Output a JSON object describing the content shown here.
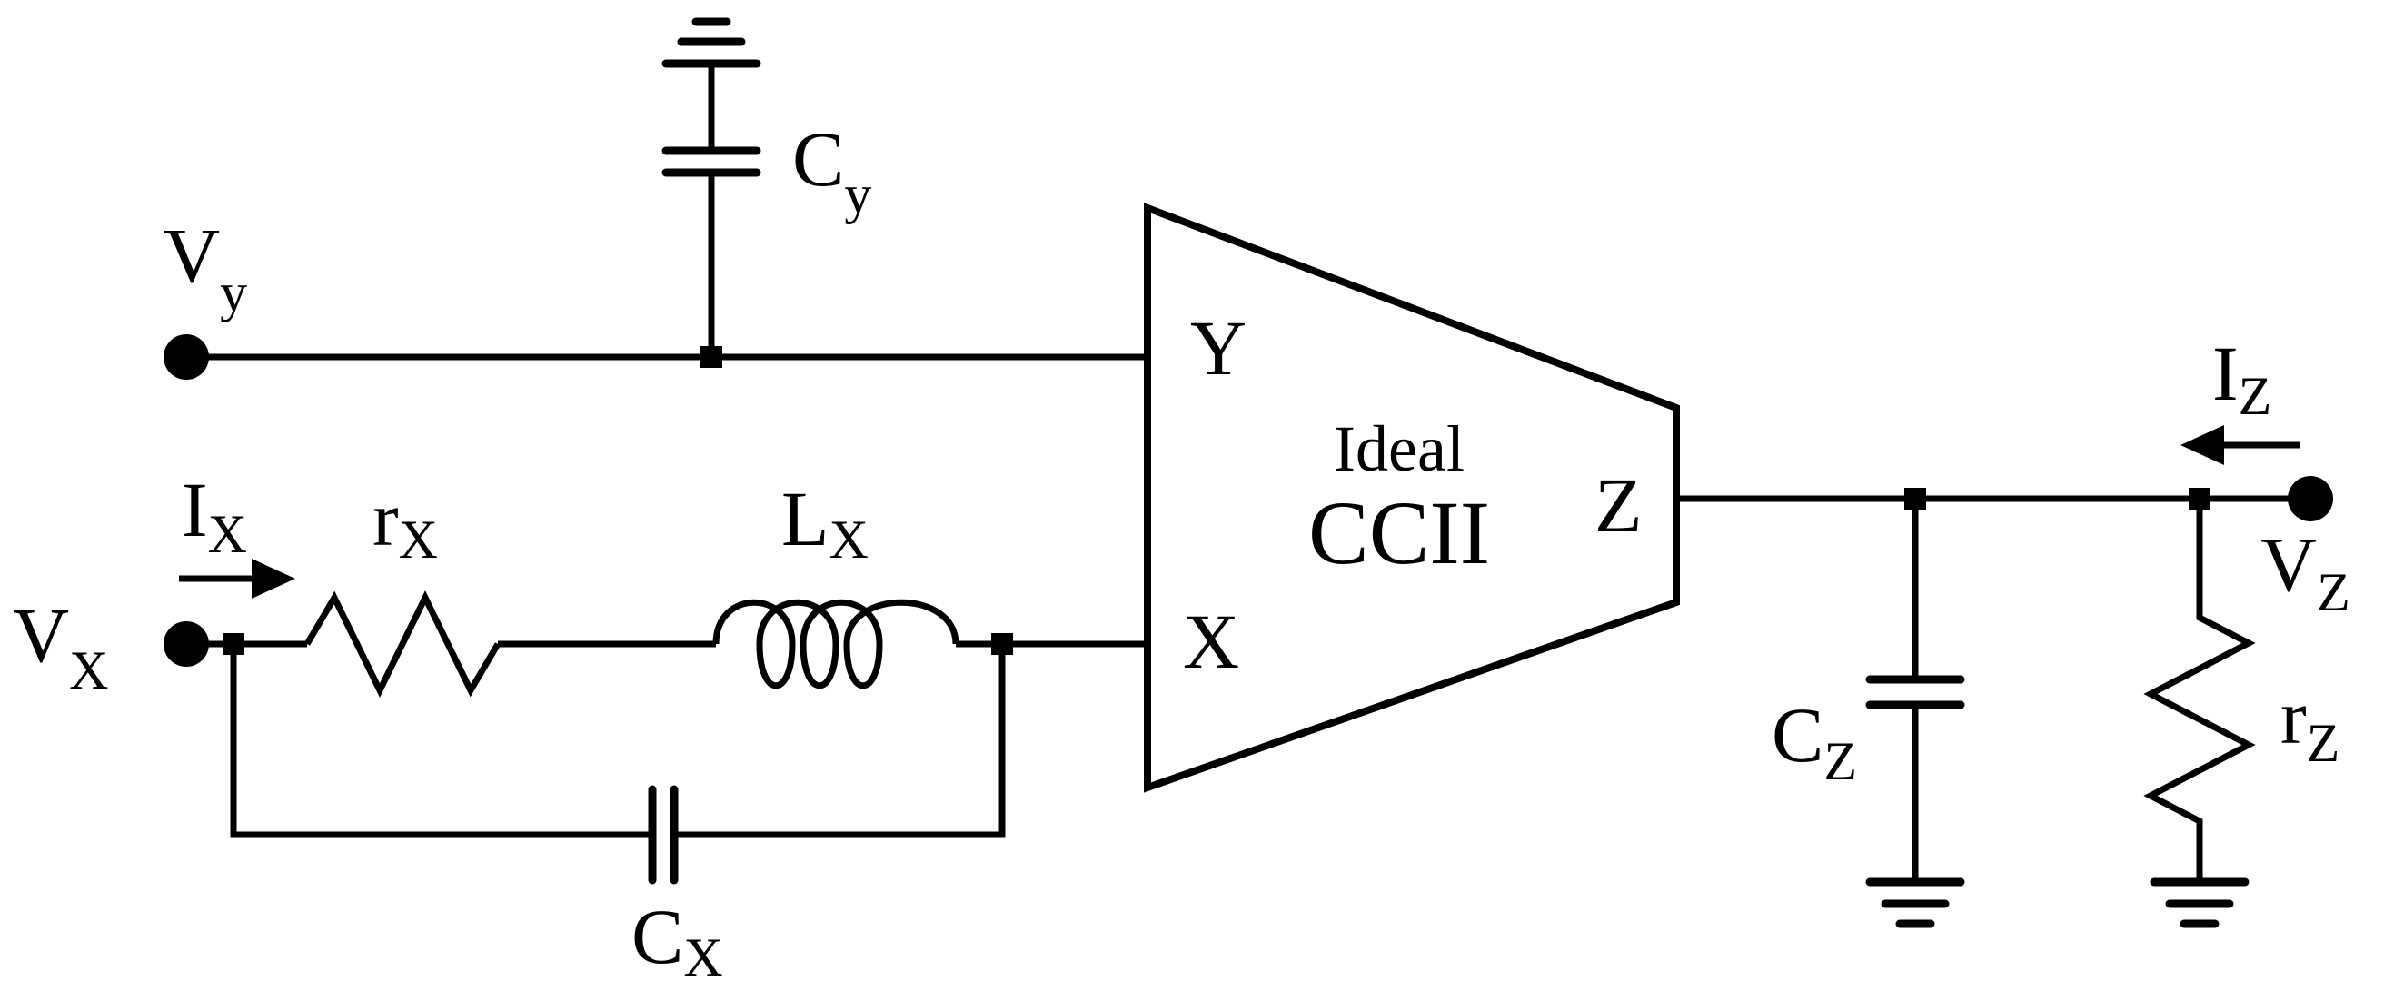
{
  "diagram": {
    "block": {
      "line1": "Ideal",
      "line2": "CCII",
      "pins": {
        "y": "Y",
        "x": "X",
        "z": "Z"
      }
    },
    "nodes": {
      "vy": {
        "main": "V",
        "sub": "y"
      },
      "vx": {
        "main": "V",
        "sub": "X"
      },
      "vz": {
        "main": "V",
        "sub": "Z"
      }
    },
    "currents": {
      "ix": {
        "main": "I",
        "sub": "X"
      },
      "iz": {
        "main": "I",
        "sub": "Z"
      }
    },
    "components": {
      "cy": {
        "main": "C",
        "sub": "y"
      },
      "rx": {
        "main": "r",
        "sub": "X"
      },
      "lx": {
        "main": "L",
        "sub": "X"
      },
      "cx": {
        "main": "C",
        "sub": "X"
      },
      "cz": {
        "main": "C",
        "sub": "Z"
      },
      "rz": {
        "main": "r",
        "sub": "Z"
      }
    }
  }
}
